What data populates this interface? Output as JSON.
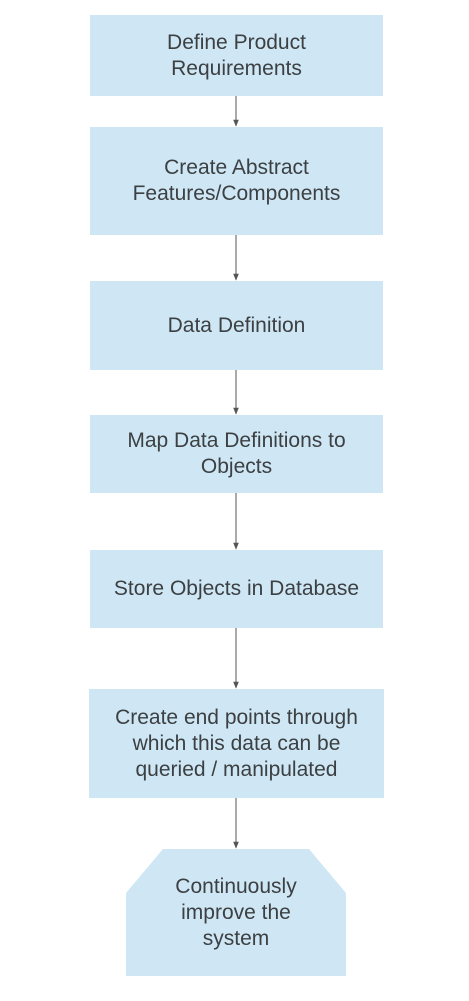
{
  "flowchart": {
    "steps": [
      {
        "label": "Define Product\nRequirements"
      },
      {
        "label": "Create Abstract\nFeatures/Components"
      },
      {
        "label": "Data Definition"
      },
      {
        "label": "Map Data Definitions to\nObjects"
      },
      {
        "label": "Store Objects in Database"
      },
      {
        "label": "Create end points through\nwhich this data can be\nqueried / manipulated"
      },
      {
        "label": "Continuously\nimprove the\nsystem"
      }
    ],
    "colors": {
      "box_fill": "#cfe7f4",
      "text": "#3c4043",
      "connector": "#555555"
    }
  }
}
